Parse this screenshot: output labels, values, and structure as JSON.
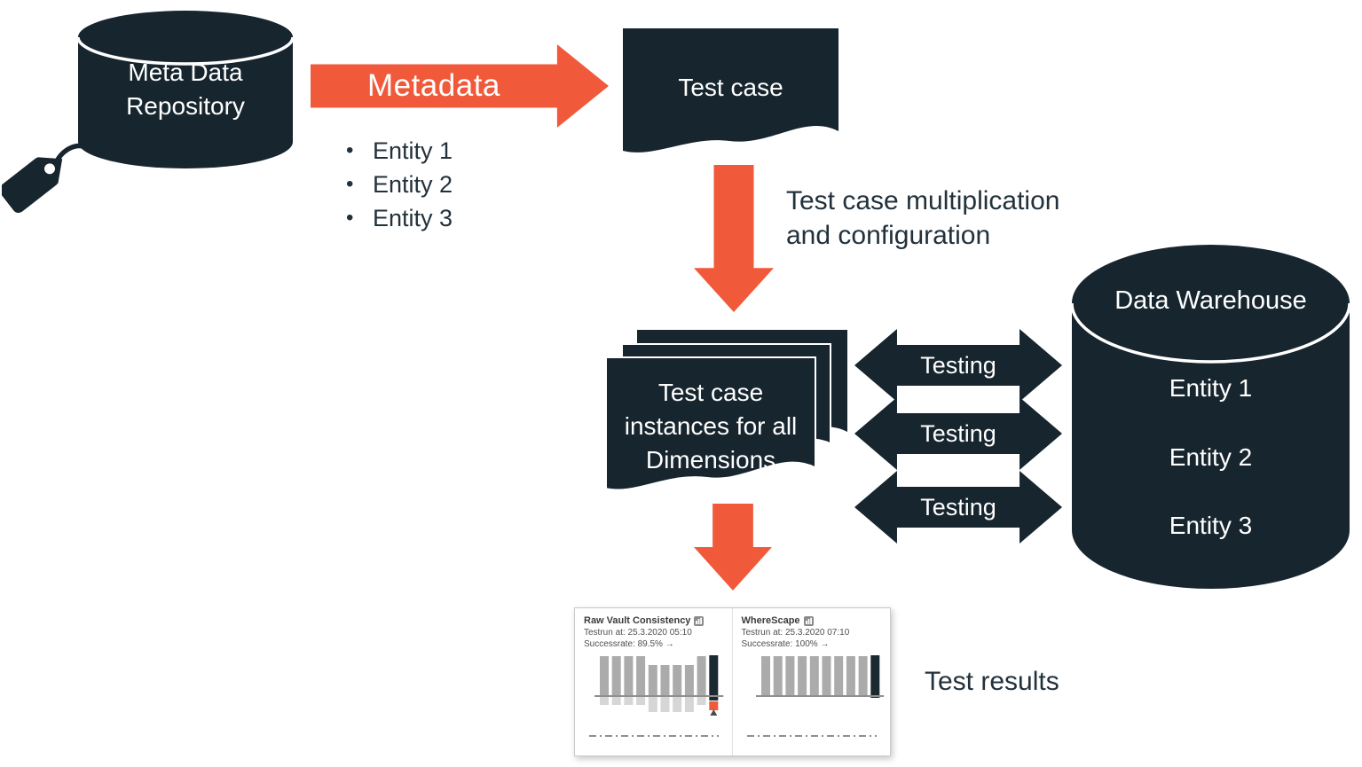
{
  "colors": {
    "dark": "#17252e",
    "orange": "#f05a3b",
    "white": "#ffffff",
    "label_text": "#22313b",
    "bar_gray": "#ababab",
    "bar_dark": "#1b2931",
    "bar_below_gray": "#d6d6d6",
    "axis_gray": "#8f8f8f",
    "card_border": "#c9c9c9"
  },
  "diagram": {
    "meta_repository": {
      "line1": "Meta Data",
      "line2": "Repository"
    },
    "metadata_arrow_label": "Metadata",
    "entities_source": [
      "Entity 1",
      "Entity 2",
      "Entity 3"
    ],
    "bullet_char": "•",
    "test_case_label": "Test case",
    "multiplication_line1": "Test case multiplication",
    "multiplication_line2": "and configuration",
    "doc_stack": {
      "line1": "Test case",
      "line2": "instances for all",
      "line3": "Dimensions"
    },
    "testing_labels": [
      "Testing",
      "Testing",
      "Testing"
    ],
    "data_warehouse": {
      "title": "Data Warehouse",
      "entities": [
        "Entity 1",
        "Entity 2",
        "Entity 3"
      ]
    },
    "test_results_label": "Test results"
  },
  "chart_data": [
    {
      "type": "bar",
      "title": "Raw Vault Consistency",
      "testrun_label": "Testrun at: 25.3.2020 05:10",
      "successrate_label": "Successrate: 89.5% →",
      "bars_above_axis": [
        45,
        45,
        45,
        45,
        35,
        35,
        35,
        35,
        45,
        46
      ],
      "bars_axis_overhang": [
        0,
        0,
        0,
        0,
        0,
        0,
        0,
        0,
        0,
        5
      ],
      "bars_below_axis": [
        9,
        9,
        9,
        9,
        17,
        17,
        17,
        17,
        9,
        10
      ],
      "bar_colors": [
        "#ababab",
        "#ababab",
        "#ababab",
        "#ababab",
        "#ababab",
        "#ababab",
        "#ababab",
        "#ababab",
        "#ababab",
        "#1b2931"
      ],
      "below_colors": [
        "#d6d6d6",
        "#d6d6d6",
        "#d6d6d6",
        "#d6d6d6",
        "#d6d6d6",
        "#d6d6d6",
        "#d6d6d6",
        "#d6d6d6",
        "#d6d6d6",
        "#f05a3b"
      ],
      "axis_shown": true,
      "warning_marker_on_last_bar": true,
      "trend_line_style": "dash-dot"
    },
    {
      "type": "bar",
      "title": "WhereScape",
      "testrun_label": "Testrun at: 25.3.2020 07:10",
      "successrate_label": "Successrate: 100% →",
      "bars_above_axis": [
        45,
        45,
        45,
        45,
        45,
        45,
        45,
        45,
        45,
        46
      ],
      "bars_axis_overhang": [
        0,
        0,
        0,
        0,
        0,
        0,
        0,
        0,
        0,
        2
      ],
      "bars_below_axis": [
        0,
        0,
        0,
        0,
        0,
        0,
        0,
        0,
        0,
        0
      ],
      "bar_colors": [
        "#ababab",
        "#ababab",
        "#ababab",
        "#ababab",
        "#ababab",
        "#ababab",
        "#ababab",
        "#ababab",
        "#ababab",
        "#1b2931"
      ],
      "below_colors": [],
      "axis_shown": true,
      "warning_marker_on_last_bar": false,
      "trend_line_style": "dash-dot"
    }
  ]
}
